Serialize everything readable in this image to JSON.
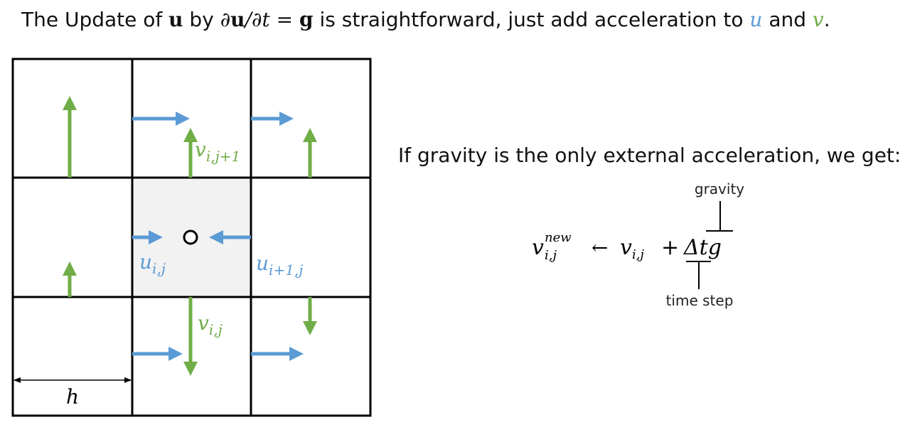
{
  "title": {
    "p1": "The Update of ",
    "u": "u",
    "p2": " by ",
    "eq1": "∂",
    "eq2": "u",
    "eq3": "/∂",
    "eq4": "t",
    "eq5": " = ",
    "g": "g",
    "p3": " is straightforward, just add acceleration to ",
    "uvar": "u",
    "p4": " and ",
    "vvar": "v",
    "p5": "."
  },
  "colors": {
    "u": "#5b9bd5",
    "v": "#70ad47",
    "cell": "#f2f2f2"
  },
  "grid_labels": {
    "v_top": {
      "base": "v",
      "sub": "i,j+1"
    },
    "u_left": {
      "base": "u",
      "sub": "i,j"
    },
    "u_right": {
      "base": "u",
      "sub": "i+1,j"
    },
    "v_bottom": {
      "base": "v",
      "sub": "i,j"
    },
    "h": "h"
  },
  "right": {
    "statement": "If gravity is the only external acceleration, we get:",
    "formula": {
      "lhs_base": "v",
      "lhs_sup": "new",
      "lhs_sub": "i,j",
      "arrow": "←",
      "rhs_base": "v",
      "rhs_sub": "i,j",
      "plus": "+",
      "dt": "Δt",
      "g": "g"
    },
    "gravity_label": "gravity",
    "timestep_label": "time step"
  }
}
